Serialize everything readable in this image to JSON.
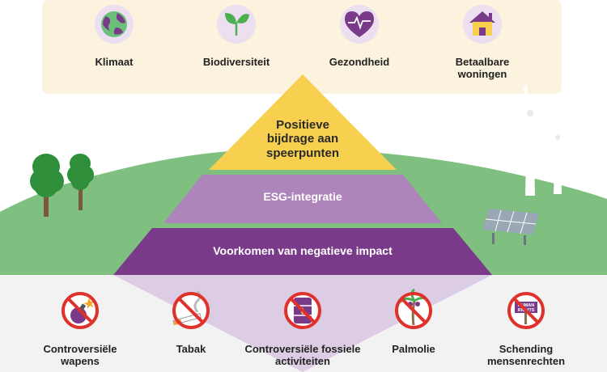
{
  "colors": {
    "panel_top": "#fbf3de",
    "hill": "#7fbf7f",
    "panel_bottom": "#f2f2f2",
    "purple_dark": "#7a3a8a",
    "purple_mid": "#ae85bb",
    "purple_light": "#dccde4",
    "yellow": "#f8d04f",
    "no_red": "#e0322c",
    "icon_circle": "#ece0f0"
  },
  "topics": [
    {
      "label": "Klimaat",
      "icon": "globe-icon"
    },
    {
      "label": "Biodiversiteit",
      "icon": "seedling-icon"
    },
    {
      "label": "Gezondheid",
      "icon": "heart-pulse-icon"
    },
    {
      "label": "Betaalbare\nwoningen",
      "icon": "house-icon"
    }
  ],
  "pyramid": {
    "top": "Positieve\nbijdrage aan\nspeerpunten",
    "middle": "ESG-integratie",
    "bottom": "Voorkomen van negatieve impact"
  },
  "exclusions": [
    {
      "label": "Controversiële\nwapens",
      "icon": "no-bomb-icon"
    },
    {
      "label": "Tabak",
      "icon": "no-cigarette-icon"
    },
    {
      "label": "Controversiële fossiele\nactiviteiten",
      "icon": "no-oil-barrel-icon"
    },
    {
      "label": "Palmolie",
      "icon": "no-palm-tree-icon"
    },
    {
      "label": "Schending\nmensenrechten",
      "icon": "no-human-rights-violation-icon"
    }
  ],
  "human_rights_sign": "HUMAN\nRIGHTS"
}
